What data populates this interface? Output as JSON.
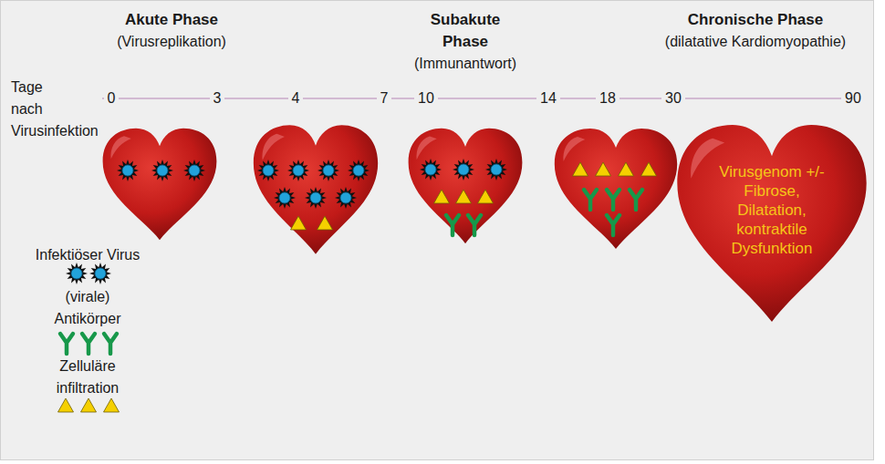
{
  "diagram": {
    "nodes": [
      {
        "text": [
          "Virusgenom +/- Fibrose, Dilatation, kontraktile Dysfunktion"
        ]
      }
    ],
    "labels": [
      "Akute Phase",
      "(Virusreplikation)",
      "Subakute Phase",
      "(Immunantwort)",
      "Chronische Phase",
      "(dilatative Kardiomyopathie)",
      "Tage nach Virusinfektion",
      "0",
      "3",
      "4",
      "7",
      "10",
      "14",
      "18",
      "30",
      "90"
    ],
    "legend": [
      {
        "text": "Infektiöser Virus"
      },
      {
        "text": "(virale) Antikörper"
      },
      {
        "text": "Zelluläre infiltration"
      }
    ]
  }
}
